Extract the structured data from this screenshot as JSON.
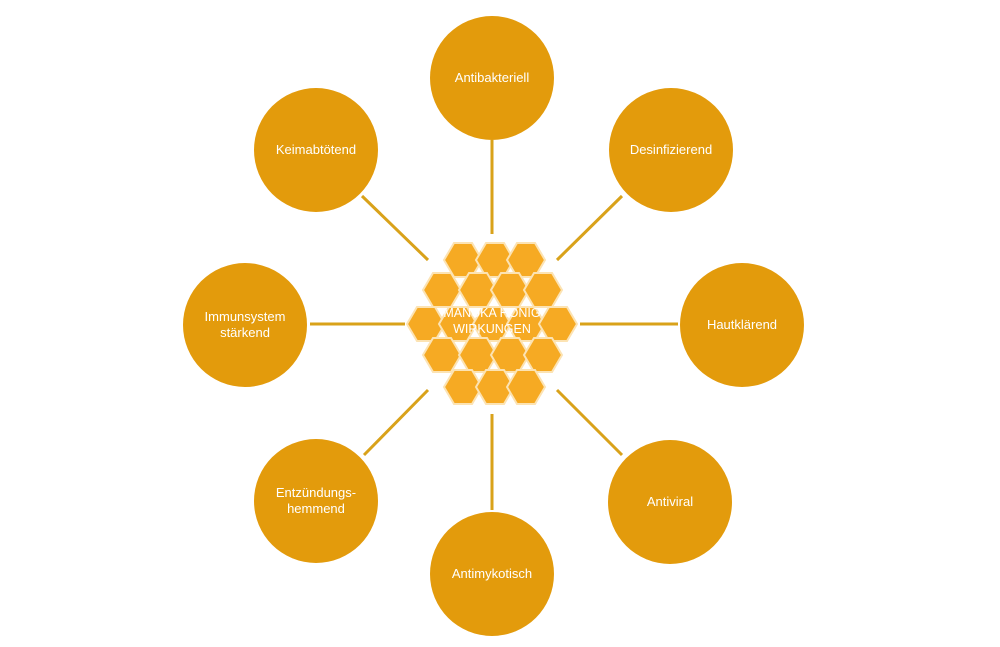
{
  "diagram": {
    "center_title": "MANUKA HONIG\nWIRKUNGEN",
    "nodes": [
      {
        "id": "antibakteriell",
        "label": "Antibakteriell"
      },
      {
        "id": "desinfizierend",
        "label": "Desinfizierend"
      },
      {
        "id": "hautklaerend",
        "label": "Hautklärend"
      },
      {
        "id": "antiviral",
        "label": "Antiviral"
      },
      {
        "id": "antimykotisch",
        "label": "Antimykotisch"
      },
      {
        "id": "entzuendungshemmend",
        "label": "Entzündungs-\nhemmend"
      },
      {
        "id": "immunsystem",
        "label": "Immunsystem\nstärkend"
      },
      {
        "id": "keimabtoetend",
        "label": "Keimabtötend"
      }
    ]
  },
  "colors": {
    "node_fill": "#e39b0c",
    "connector": "#d9a21a",
    "hex_fill": "#f6aa23",
    "hex_stroke": "#fce3b3",
    "text": "#ffffff"
  }
}
